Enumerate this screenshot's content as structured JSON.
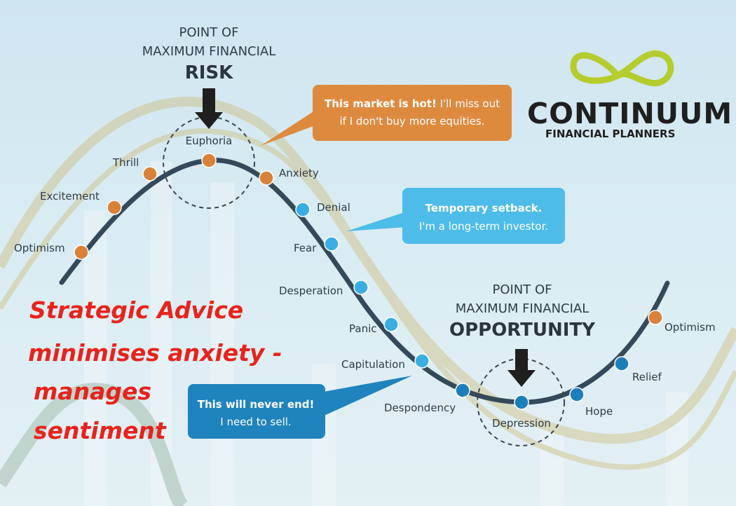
{
  "risk_heading": {
    "line1": "POINT OF",
    "line2": "MAXIMUM FINANCIAL",
    "line3": "RISK"
  },
  "opportunity_heading": {
    "line1": "POINT OF",
    "line2": "MAXIMUM FINANCIAL",
    "line3": "OPPORTUNITY"
  },
  "stages": [
    {
      "label": "Optimism",
      "phase": "rise"
    },
    {
      "label": "Excitement",
      "phase": "rise"
    },
    {
      "label": "Thrill",
      "phase": "rise"
    },
    {
      "label": "Euphoria",
      "phase": "rise"
    },
    {
      "label": "Anxiety",
      "phase": "rise"
    },
    {
      "label": "Denial",
      "phase": "fall"
    },
    {
      "label": "Fear",
      "phase": "fall"
    },
    {
      "label": "Desperation",
      "phase": "fall"
    },
    {
      "label": "Panic",
      "phase": "fall"
    },
    {
      "label": "Capitulation",
      "phase": "fall"
    },
    {
      "label": "Despondency",
      "phase": "fall"
    },
    {
      "label": "Depression",
      "phase": "fall"
    },
    {
      "label": "Hope",
      "phase": "fall"
    },
    {
      "label": "Relief",
      "phase": "fall"
    },
    {
      "label": "Optimism",
      "phase": "rise"
    }
  ],
  "bubbles": {
    "hot": {
      "strong": "This market is hot!",
      "rest": " I'll miss out",
      "line2": "if I don't buy more equities."
    },
    "setback": {
      "line1": "Temporary setback.",
      "line2": "I'm a long-term investor."
    },
    "sell": {
      "line1": "This will never end!",
      "line2": "I need to sell."
    }
  },
  "slogan": {
    "line1": "Strategic Advice",
    "line2": "minimises anxiety -",
    "line3": "manages",
    "line4": "sentiment"
  },
  "logo": {
    "name": "CONTINUUM",
    "tagline": "FINANCIAL PLANNERS"
  },
  "colors": {
    "rise": "#d9823a",
    "fall": "#3aaee3",
    "trough": "#1d7fb9",
    "curve": "#34495a",
    "bubble_orange": "#de8a3e",
    "bubble_blue": "#4dbce9",
    "bubble_dark_blue": "#1f83bd",
    "slogan": "#e8231c",
    "logo_green": "#b5cc2e"
  }
}
